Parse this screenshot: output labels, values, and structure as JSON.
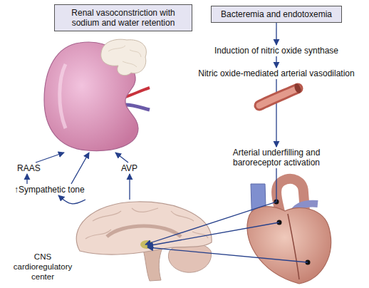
{
  "diagram": {
    "nodes": [
      {
        "text": [
          "Renal vasoconstriction with sodium and water retention"
        ]
      },
      {
        "text": [
          "Bacteremia and endotoxemia"
        ]
      },
      {
        "text": [
          "Induction of nitric oxide synthase"
        ]
      },
      {
        "text": [
          "Nitric oxide-mediated arterial vasodilation"
        ]
      },
      {
        "text": [
          "Arterial underfilling and baroreceptor activation"
        ]
      },
      {
        "text": [
          "RAAS"
        ]
      },
      {
        "text": [
          "↑Sympathetic tone"
        ]
      },
      {
        "text": [
          "AVP"
        ]
      },
      {
        "text": [
          "CNS cardioregulatory center"
        ]
      }
    ],
    "edges": [
      {
        "from": 1,
        "to": 2,
        "arrow": "to"
      },
      {
        "from": 2,
        "to": 3,
        "arrow": "to"
      },
      {
        "from": 3,
        "to": 4,
        "arrow": "to"
      },
      {
        "from": 4,
        "to": 8,
        "arrow": "to"
      },
      {
        "from": 8,
        "to": 6,
        "arrow": "to"
      },
      {
        "from": 6,
        "to": 5,
        "arrow": "to"
      },
      {
        "from": 6,
        "to": 0,
        "arrow": "to"
      },
      {
        "from": 8,
        "to": 7,
        "arrow": "to"
      },
      {
        "from": 7,
        "to": 0,
        "arrow": "to"
      },
      {
        "from": 5,
        "to": 0,
        "arrow": "to"
      }
    ]
  }
}
